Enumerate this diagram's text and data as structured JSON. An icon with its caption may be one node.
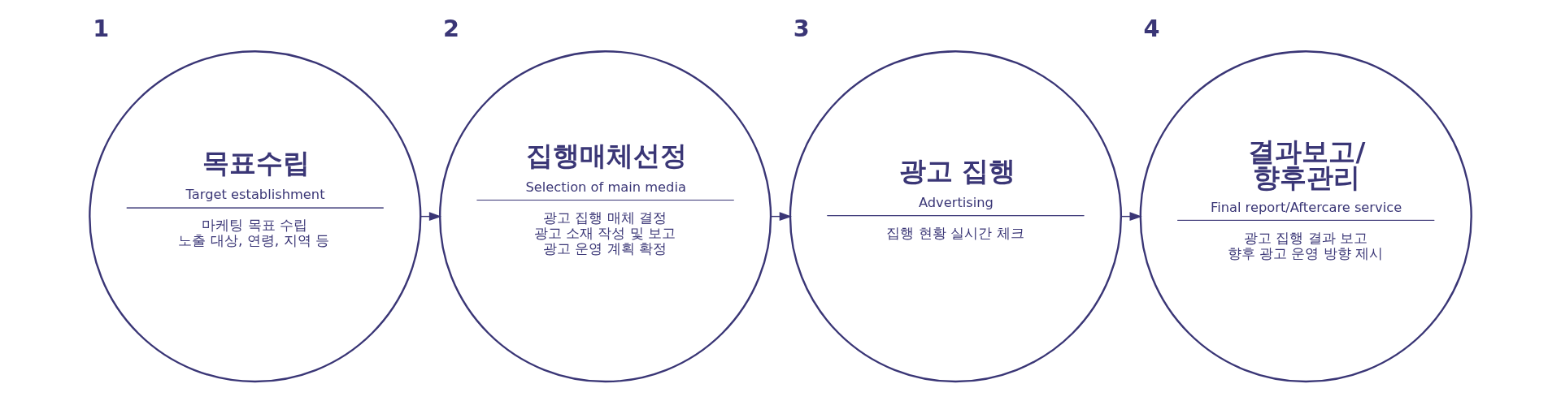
{
  "diagram": {
    "nodes": [
      {
        "text": [
          "목표수립",
          "Target establishment",
          "마케팅 목표 수립",
          "노출 대상, 연령, 지역 등"
        ],
        "beside": [
          "1"
        ]
      },
      {
        "text": [
          "집행매체선정",
          "Selection of main media",
          "광고 집행 매체 결정",
          "광고 소재 작성 및 보고",
          "광고 운영 계획 확정"
        ],
        "beside": [
          "2"
        ]
      },
      {
        "text": [
          "광고 집행",
          "Advertising",
          "집행 현황 실시간 체크"
        ],
        "beside": [
          "3"
        ]
      },
      {
        "text": [
          "결과보고/ 향후관리",
          "Final report/Aftercare service",
          "광고 집행 결과 보고",
          "향후 광고 운영 방향 제시"
        ],
        "beside": [
          "4"
        ]
      }
    ],
    "edges": [
      {
        "from": 0,
        "to": 1,
        "arrow": "to"
      },
      {
        "from": 1,
        "to": 2,
        "arrow": "to"
      },
      {
        "from": 2,
        "to": 3,
        "arrow": "to"
      }
    ]
  }
}
